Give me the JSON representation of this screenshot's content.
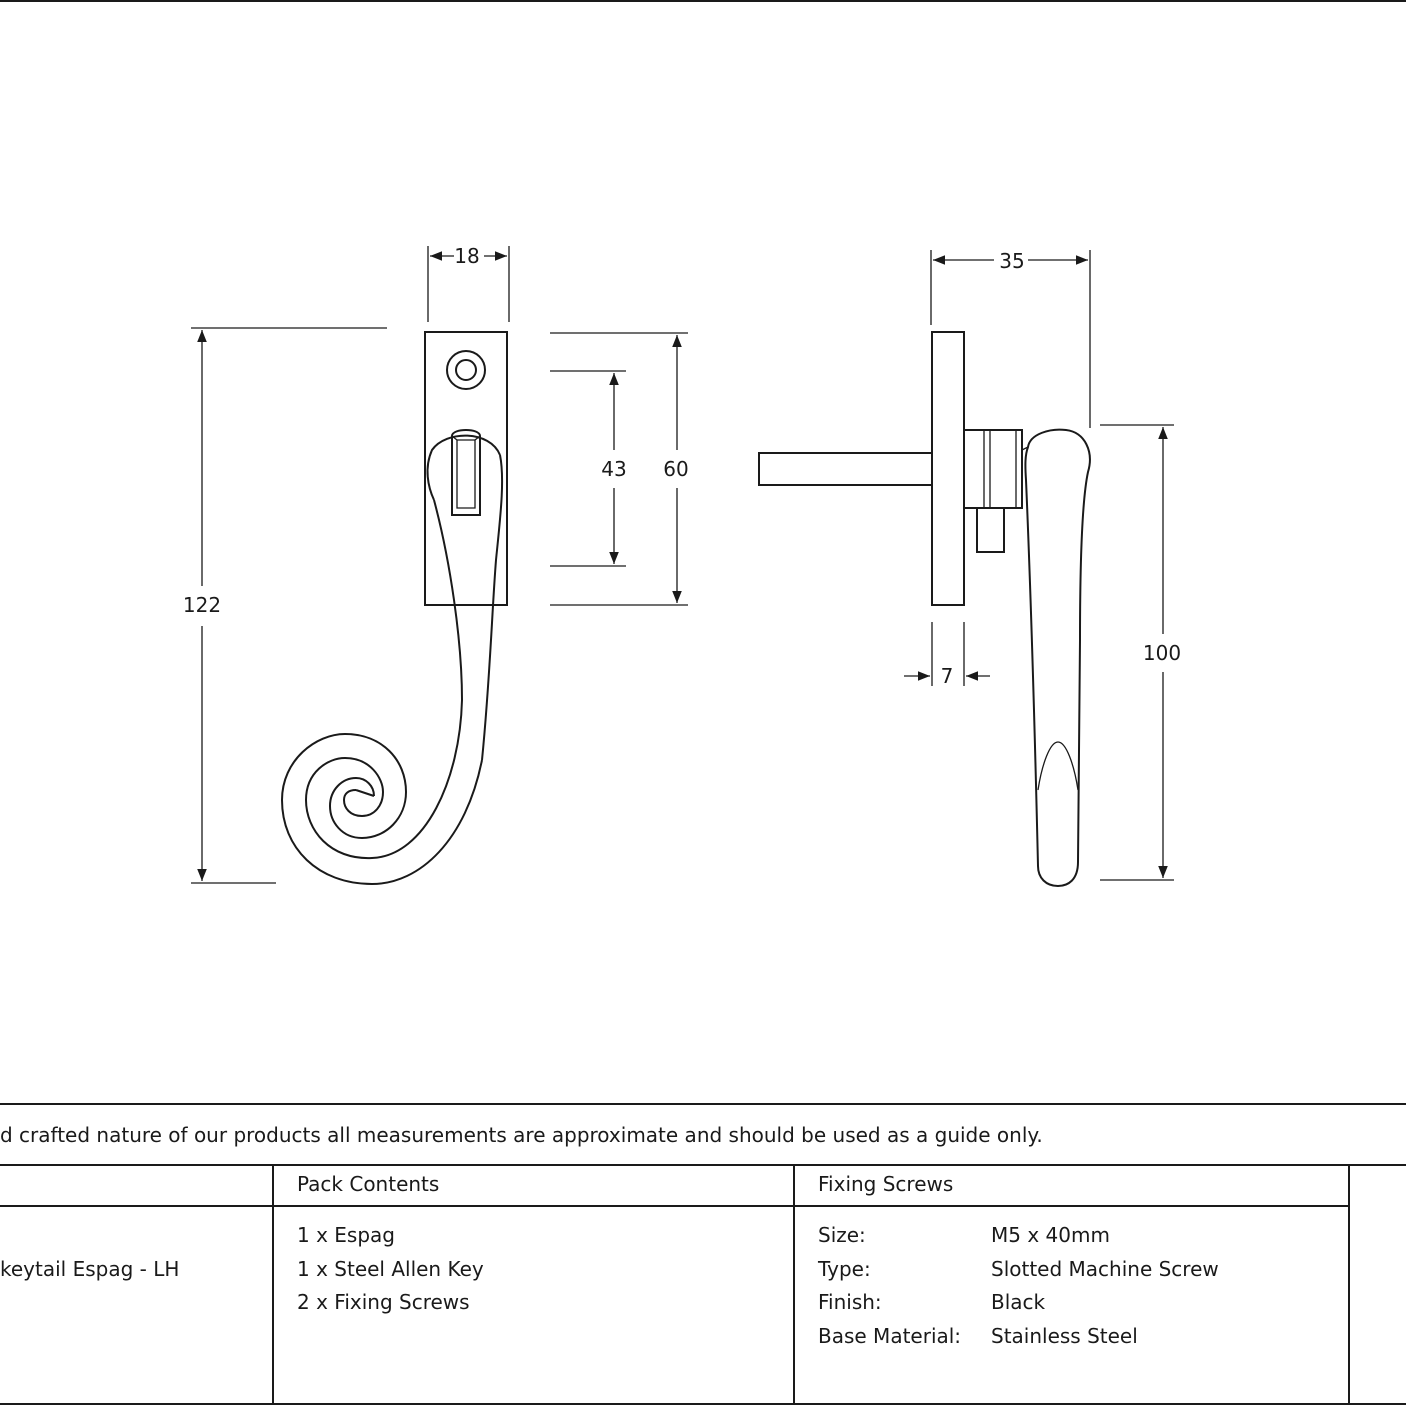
{
  "dimensions": {
    "width_18": "18",
    "width_35": "35",
    "height_43": "43",
    "height_60": "60",
    "height_122": "122",
    "height_100": "100",
    "width_7": "7"
  },
  "disclaimer": "d crafted nature of our products all measurements are approximate and should be used as a guide only.",
  "table": {
    "product_name": "keytail Espag - LH",
    "pack_contents": {
      "header": "Pack Contents",
      "items": [
        "1 x Espag",
        "1 x Steel Allen Key",
        "2 x Fixing Screws"
      ]
    },
    "fixing_screws": {
      "header": "Fixing Screws",
      "rows": [
        {
          "label": "Size:",
          "value": "M5 x 40mm"
        },
        {
          "label": "Type:",
          "value": "Slotted Machine Screw"
        },
        {
          "label": "Finish:",
          "value": "Black"
        },
        {
          "label": "Base Material:",
          "value": "Stainless Steel"
        }
      ]
    }
  }
}
